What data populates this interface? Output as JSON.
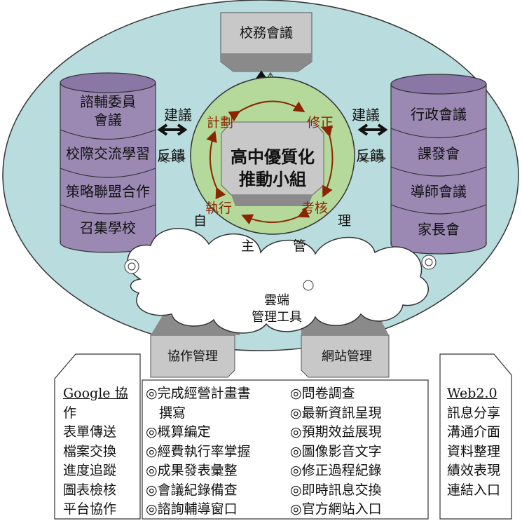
{
  "top_box": "校務會議",
  "left_stack": [
    "諮輔委員\n會議",
    "校際交流學習",
    "策略聯盟合作",
    "召集學校"
  ],
  "right_stack": [
    "行政會議",
    "課發會",
    "導師會議",
    "家長會"
  ],
  "left_arrow_labels": {
    "top": "建議",
    "bottom": "反饋"
  },
  "right_arrow_labels": {
    "top": "建議",
    "bottom": "反饋"
  },
  "center": {
    "title_line1": "高中優質化",
    "title_line2": "推動小組",
    "cycle": {
      "plan": "計劃",
      "revise": "修正",
      "execute": "執行",
      "review": "考核"
    }
  },
  "self_mgmt": {
    "c1": "自",
    "c2": "主",
    "c3": "管",
    "c4": "理"
  },
  "cloud": {
    "line1": "雲端",
    "line2": "管理工具"
  },
  "tools": {
    "collab": "協作管理",
    "website": "網站管理"
  },
  "left_panel": {
    "title_word": "Google",
    "title_suffix": " 協",
    "lines": [
      "作",
      "表單傳送",
      "檔案交換",
      "進度追蹤",
      "圖表檢核",
      "平台協作"
    ]
  },
  "right_panel": {
    "title": "Web2.0",
    "lines": [
      "訊息分享",
      "溝通介面",
      "資料整理",
      "績效表現",
      "連結入口"
    ]
  },
  "middle_list": {
    "col1": [
      "◎完成經營計畫書",
      "　撰寫",
      "◎概算編定",
      "◎經費執行率掌握",
      "◎成果發表彙整",
      "◎會議紀錄備查",
      "◎諮詢輔導窗口"
    ],
    "col2": [
      "◎問卷調查",
      "◎最新資訊呈現",
      "◎預期效益展現",
      "◎圖像影音文字",
      "◎修正過程紀錄",
      "◎即時訊息交換",
      "◎官方網站入口"
    ]
  },
  "colors": {
    "ellipse": "#b9dcde",
    "cylinder": "#9b89b4",
    "center_circle": "#b5d89b",
    "box_gray": "#c8c8c8",
    "cycle_text": "#8b2500"
  }
}
